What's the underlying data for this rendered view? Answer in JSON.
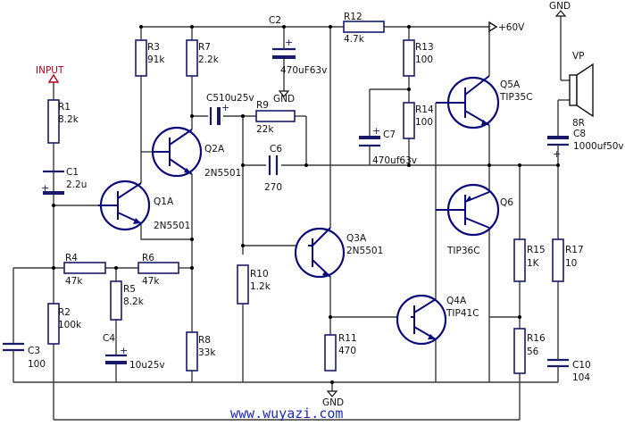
{
  "labels": {
    "input": "INPUT",
    "gnd_top": "GND",
    "gnd_c2": "GND",
    "gnd_bottom": "GND",
    "supply": "+60V",
    "vp": "VP",
    "spk_r": "8R",
    "url": "www.wuyazi.com"
  },
  "components": {
    "R1": {
      "ref": "R1",
      "val": "8.2k"
    },
    "R2": {
      "ref": "R2",
      "val": "100k"
    },
    "R3": {
      "ref": "R3",
      "val": "91k"
    },
    "R4": {
      "ref": "R4",
      "val": "47k"
    },
    "R5": {
      "ref": "R5",
      "val": "8.2k"
    },
    "R6": {
      "ref": "R6",
      "val": "47k"
    },
    "R7": {
      "ref": "R7",
      "val": "2.2k"
    },
    "R8": {
      "ref": "R8",
      "val": "33k"
    },
    "R9": {
      "ref": "R9",
      "val": "22k"
    },
    "R10": {
      "ref": "R10",
      "val": "1.2k"
    },
    "R11": {
      "ref": "R11",
      "val": "470"
    },
    "R12": {
      "ref": "R12",
      "val": "4.7k"
    },
    "R13": {
      "ref": "R13",
      "val": "100"
    },
    "R14": {
      "ref": "R14",
      "val": "100"
    },
    "R15": {
      "ref": "R15",
      "val": "1K"
    },
    "R16": {
      "ref": "R16",
      "val": "56"
    },
    "R17": {
      "ref": "R17",
      "val": "10"
    },
    "C1": {
      "ref": "C1",
      "val": "2.2u"
    },
    "C2": {
      "ref": "C2",
      "val": "470uF63v"
    },
    "C3": {
      "ref": "C3",
      "val": "100"
    },
    "C4": {
      "ref": "C4",
      "val": "10u25v"
    },
    "C5": {
      "ref": "C510u25v"
    },
    "C6": {
      "ref": "C6",
      "val": "270"
    },
    "C7": {
      "ref": "C7",
      "val": "470uf63v"
    },
    "C8": {
      "ref": "C8",
      "val": "1000uf50v"
    },
    "C10": {
      "ref": "C10",
      "val": "104"
    },
    "Q1": {
      "ref": "Q1A",
      "val": "2N5501"
    },
    "Q2": {
      "ref": "Q2A",
      "val": "2N5501"
    },
    "Q3": {
      "ref": "Q3A",
      "val": "2N5501"
    },
    "Q4": {
      "ref": "Q4A",
      "val": "TIP41C"
    },
    "Q5": {
      "ref": "Q5A",
      "val": "TIP35C"
    },
    "Q6": {
      "ref": "Q6",
      "val": "TIP36C"
    }
  }
}
